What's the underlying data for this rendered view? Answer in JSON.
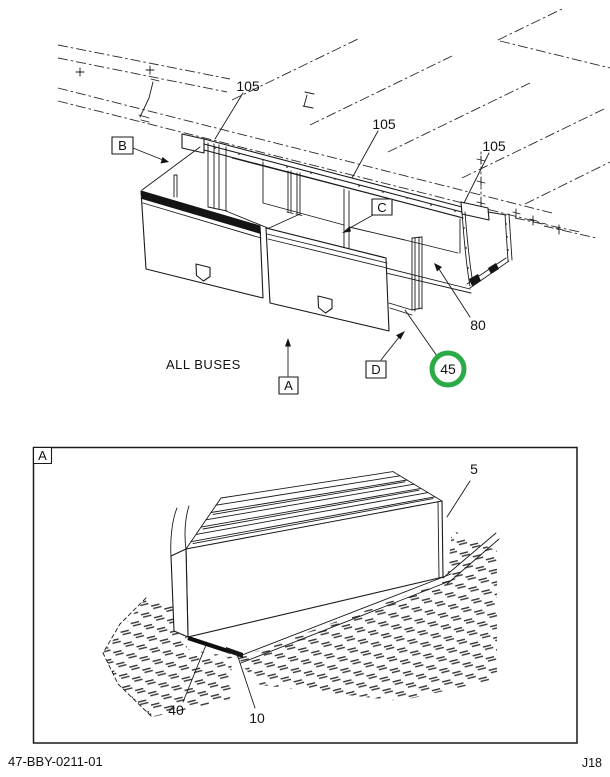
{
  "colors": {
    "line": "#1a1a1a",
    "highlight_green": "#2bab47"
  },
  "main_view": {
    "note": "ALL BUSES",
    "callout_105_a": "105",
    "callout_105_b": "105",
    "callout_105_c": "105",
    "callout_80": "80",
    "callout_45": "45",
    "ref_b": "B",
    "ref_c": "C",
    "ref_a": "A",
    "ref_d": "D"
  },
  "detail_view": {
    "ref_label": "A",
    "callout_5": "5",
    "callout_40": "40",
    "callout_10": "10"
  },
  "footer": {
    "doc_number": "47-BBY-0211-01",
    "page_code": "J18"
  }
}
